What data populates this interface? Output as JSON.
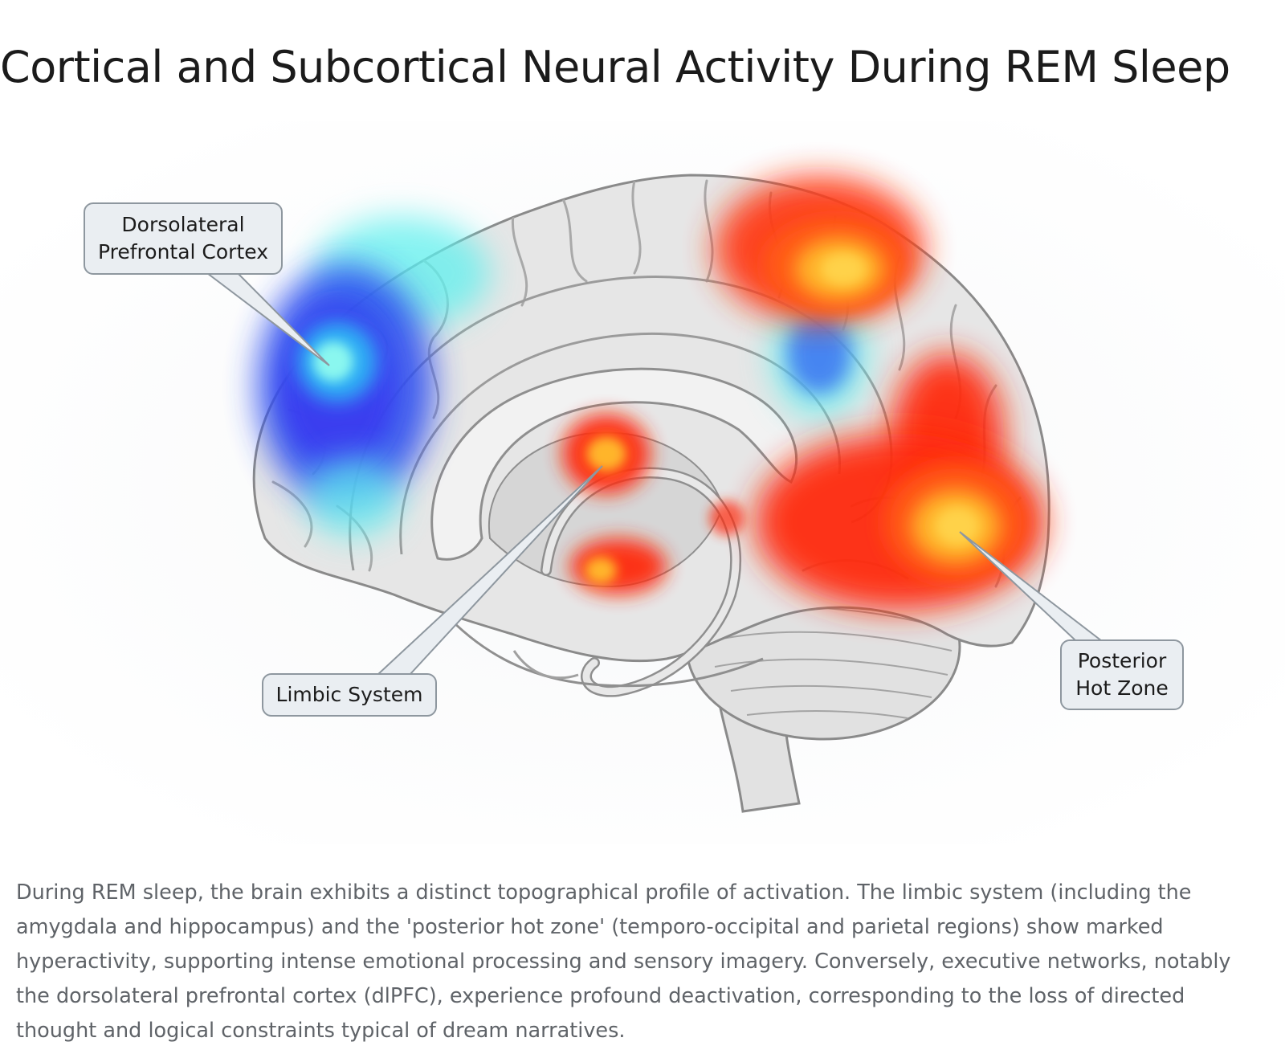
{
  "title": "Cortical and Subcortical Neural Activity During REM Sleep",
  "labels": {
    "dlpfc": {
      "line1": "Dorsolateral",
      "line2": "Prefrontal Cortex"
    },
    "limbic": {
      "line1": "Limbic System"
    },
    "posterior": {
      "line1": "Posterior",
      "line2": "Hot Zone"
    }
  },
  "description": "During REM sleep, the brain exhibits a distinct topographical profile of activation. The limbic system (including the amygdala and hippocampus) and the 'posterior hot zone' (temporo-occipital and parietal regions) show marked hyperactivity, supporting intense emotional processing and sensory imagery. Conversely, executive networks, notably the dorsolateral prefrontal cortex (dlPFC), experience profound deactivation, corresponding to the loss of directed thought and logical constraints typical of dream narratives.",
  "colors": {
    "activation_hot": "#ff2a10",
    "activation_core": "#ffd24a",
    "deactivation_blue": "#2f4ff0",
    "deactivation_cyan": "#5ff0ee",
    "brain_fill": "#e6e6e6",
    "brain_outline": "#8a8a8a"
  }
}
